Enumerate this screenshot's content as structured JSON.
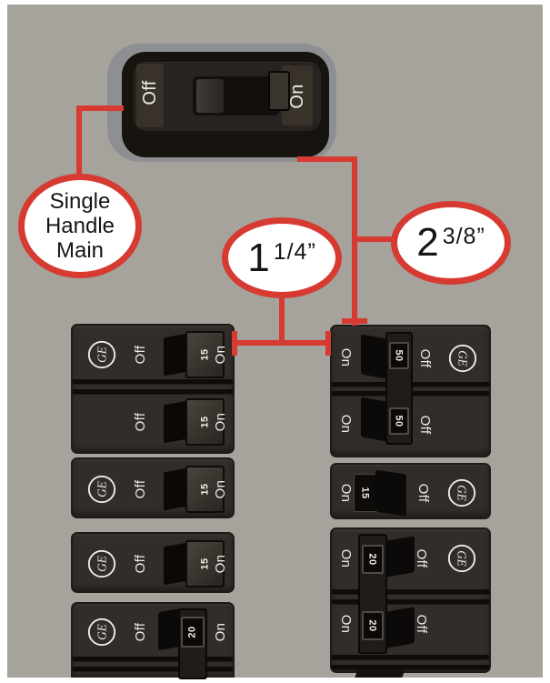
{
  "main_breaker": {
    "off": "Off",
    "on": "On"
  },
  "callouts": {
    "single_handle_main": {
      "line1": "Single",
      "line2": "Handle",
      "line3": "Main"
    },
    "horizontal_gap": {
      "whole": "1",
      "fraction": "1/4”"
    },
    "vertical_gap": {
      "whole": "2",
      "fraction": "3/8”"
    }
  },
  "brand": {
    "monogram": "GE"
  },
  "left": {
    "breakers": [
      {
        "style": "double",
        "units": [
          {
            "has_logo": true,
            "off": "Off",
            "amp": "15",
            "on": "On"
          },
          {
            "has_logo": false,
            "off": "Off",
            "amp": "15",
            "on": "On"
          }
        ]
      },
      {
        "style": "single",
        "units": [
          {
            "has_logo": true,
            "off": "Off",
            "amp": "15",
            "on": "On"
          }
        ]
      },
      {
        "style": "single",
        "units": [
          {
            "has_logo": true,
            "off": "Off",
            "amp": "15",
            "on": "On"
          }
        ]
      },
      {
        "style": "double-tied",
        "units": [
          {
            "has_logo": true,
            "off": "Off",
            "amp": "20",
            "on": "On"
          }
        ]
      }
    ]
  },
  "right": {
    "breakers": [
      {
        "style": "double-tied",
        "units": [
          {
            "has_logo": true,
            "on": "On",
            "amp": "50",
            "off": "Off"
          },
          {
            "has_logo": false,
            "on": "On",
            "amp": "50",
            "off": "Off"
          }
        ]
      },
      {
        "style": "single",
        "units": [
          {
            "has_logo": true,
            "on": "On",
            "amp": "15",
            "off": "Off"
          }
        ]
      },
      {
        "style": "double-tied",
        "units": [
          {
            "has_logo": true,
            "on": "On",
            "amp": "20",
            "off": "Off"
          },
          {
            "has_logo": false,
            "on": "On",
            "amp": "20",
            "off": "Off"
          }
        ]
      }
    ]
  },
  "colors": {
    "callout_red": "#d63a31",
    "panel_gray": "#a6a39c",
    "breaker_body": "#322d29",
    "label_white": "#eceae5"
  }
}
